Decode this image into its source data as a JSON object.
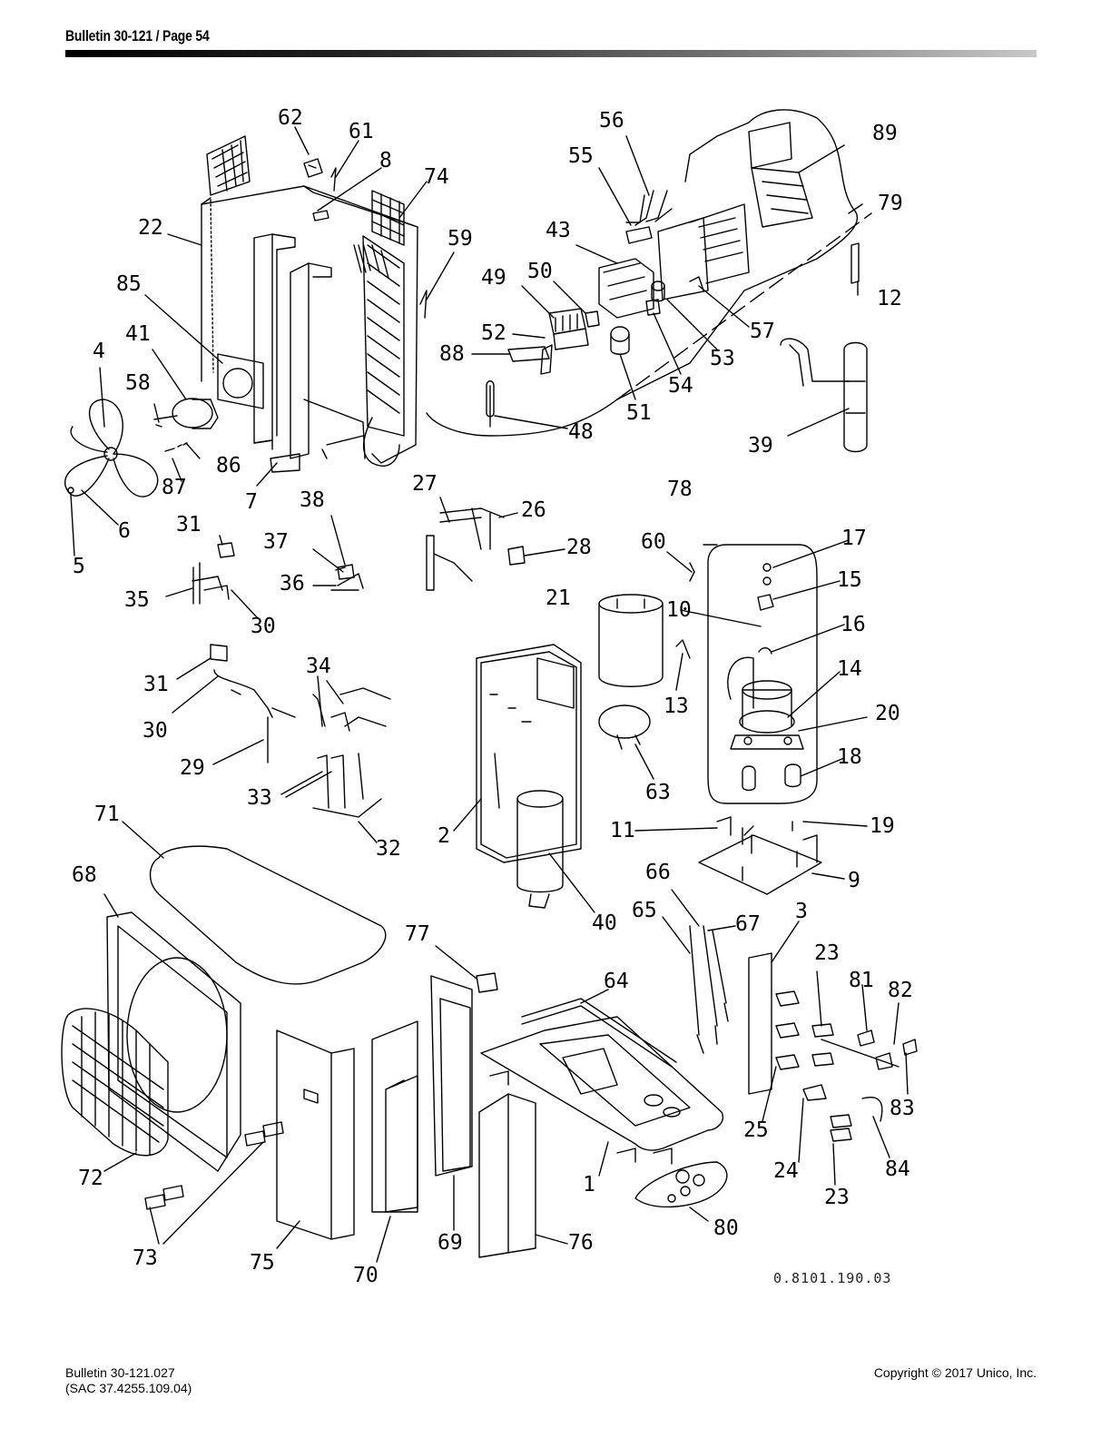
{
  "header": {
    "title": "Bulletin 30-121 / Page 54"
  },
  "diagram": {
    "drawing_number": "0.8101.190.03",
    "callouts": [
      "62",
      "61",
      "8",
      "74",
      "22",
      "59",
      "85",
      "41",
      "4",
      "58",
      "86",
      "87",
      "7",
      "6",
      "5",
      "56",
      "55",
      "89",
      "79",
      "43",
      "50",
      "49",
      "52",
      "88",
      "51",
      "53",
      "54",
      "57",
      "12",
      "48",
      "39",
      "27",
      "26",
      "38",
      "28",
      "31",
      "37",
      "36",
      "35",
      "30",
      "78",
      "60",
      "17",
      "15",
      "21",
      "10",
      "16",
      "14",
      "13",
      "20",
      "63",
      "18",
      "31",
      "30",
      "34",
      "29",
      "33",
      "32",
      "2",
      "40",
      "11",
      "19",
      "9",
      "71",
      "68",
      "77",
      "64",
      "66",
      "65",
      "67",
      "3",
      "23",
      "81",
      "82",
      "25",
      "83",
      "24",
      "84",
      "23",
      "72",
      "73",
      "75",
      "70",
      "69",
      "76",
      "1",
      "80"
    ]
  },
  "footer": {
    "left_line1": "Bulletin 30-121.027",
    "left_line2": "(SAC 37.4255.109.04)",
    "right": "Copyright © 2017 Unico, Inc."
  }
}
